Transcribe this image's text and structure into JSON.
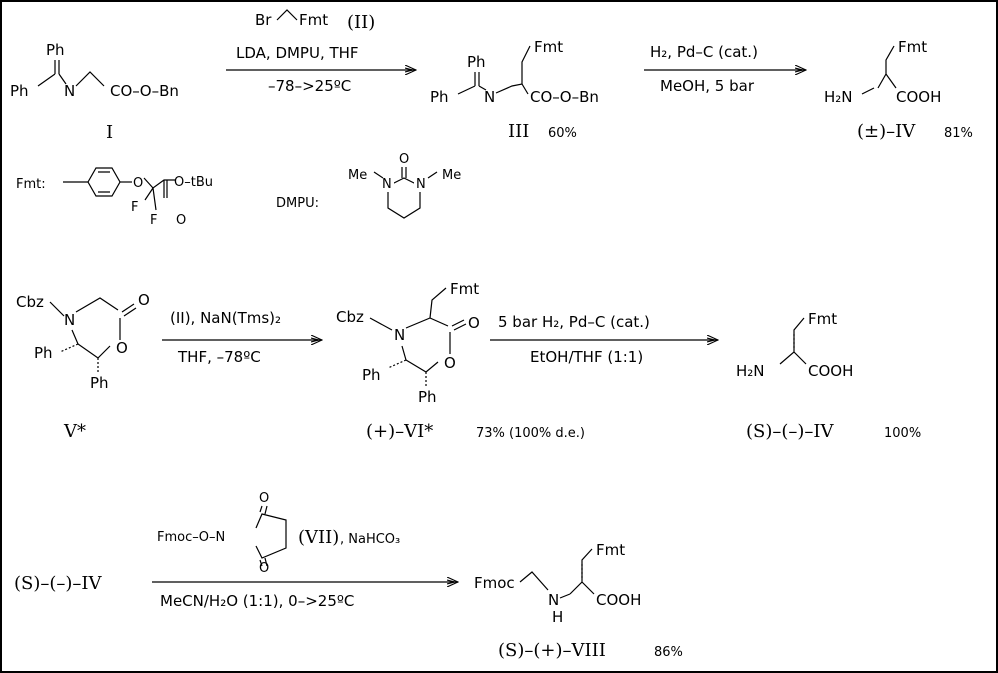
{
  "row1": {
    "compound_I": {
      "ph_top": "Ph",
      "ph_left": "Ph",
      "n": "N",
      "chain": "CO–O–Bn",
      "label": "I"
    },
    "reagent_II": {
      "br": "Br",
      "fmt": "Fmt",
      "tag": "(II)"
    },
    "step1": {
      "conditions_top": "LDA,   DMPU,  THF",
      "conditions_bottom": "–78–>25ºC"
    },
    "compound_III": {
      "ph_top": "Ph",
      "ph_left": "Ph",
      "n": "N",
      "fmt": "Fmt",
      "chain": "CO–O–Bn",
      "label": "III",
      "yield": "60%"
    },
    "step2": {
      "conditions_top": "H₂,  Pd–C  (cat.)",
      "conditions_bottom": "MeOH,   5  bar"
    },
    "compound_IV": {
      "fmt": "Fmt",
      "h2n": "H₂N",
      "cooh": "COOH",
      "label": "(±)–IV",
      "yield": "81%"
    }
  },
  "legend": {
    "fmt_label": "Fmt:",
    "o1": "O",
    "otbu": "O–tBu",
    "f1": "F",
    "f2": "F",
    "o2": "O",
    "dmpu_label": "DMPU:",
    "dmpu_o": "O",
    "me_left": "Me",
    "me_right": "Me",
    "n_left": "N",
    "n_right": "N"
  },
  "row2": {
    "compound_V": {
      "cbz": "Cbz",
      "n": "N",
      "o_ring": "O",
      "o_carbonyl": "O",
      "ph1": "Ph",
      "ph2": "Ph",
      "label": "V*"
    },
    "step3": {
      "conditions_top": "(II),  NaN(Tms)₂",
      "conditions_bottom": "THF,   –78ºC"
    },
    "compound_VI": {
      "fmt": "Fmt",
      "cbz": "Cbz",
      "n": "N",
      "o_ring": "O",
      "o_carbonyl": "O",
      "ph1": "Ph",
      "ph2": "Ph",
      "label": "(+)–VI*",
      "yield": "73%  (100%  d.e.)"
    },
    "step4": {
      "conditions_top": "5  bar  H₂,  Pd–C  (cat.)",
      "conditions_bottom": "EtOH/THF  (1:1)"
    },
    "compound_SIV": {
      "fmt": "Fmt",
      "h2n": "H₂N",
      "cooh": "COOH",
      "label": "(S)–(–)–IV",
      "yield": "100%"
    }
  },
  "row3": {
    "start": "(S)–(–)–IV",
    "reagent_VII": {
      "fmoc_o": "Fmoc–O–N",
      "o_top": "O",
      "o_bottom": "O",
      "tag": "(VII)",
      "base": ",  NaHCO₃"
    },
    "step5": {
      "conditions_bottom": "MeCN/H₂O  (1:1),    0–>25ºC"
    },
    "compound_VIII": {
      "fmoc": "Fmoc",
      "n": "N",
      "h": "H",
      "fmt": "Fmt",
      "cooh": "COOH",
      "label": "(S)–(+)–VIII",
      "yield": "86%"
    }
  }
}
